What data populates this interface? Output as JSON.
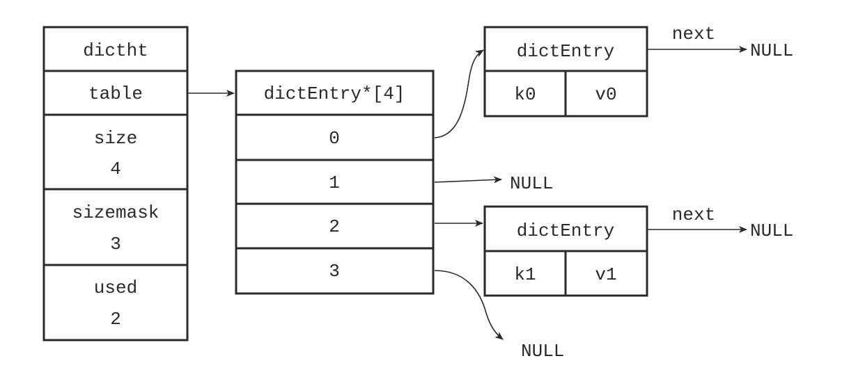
{
  "dictht": {
    "title": "dictht",
    "fields": [
      {
        "name": "table",
        "value": ""
      },
      {
        "name": "size",
        "value": "4"
      },
      {
        "name": "sizemask",
        "value": "3"
      },
      {
        "name": "used",
        "value": "2"
      }
    ]
  },
  "table_array": {
    "title": "dictEntry*[4]",
    "slots": [
      "0",
      "1",
      "2",
      "3"
    ]
  },
  "entries": [
    {
      "title": "dictEntry",
      "key": "k0",
      "value": "v0",
      "next_label": "next",
      "next_target": "NULL"
    },
    {
      "title": "dictEntry",
      "key": "k1",
      "value": "v1",
      "next_label": "next",
      "next_target": "NULL"
    }
  ],
  "slot_null_targets": {
    "slot1": "NULL",
    "slot3": "NULL"
  },
  "colors": {
    "stroke": "#2a2a2a",
    "background": "#ffffff"
  }
}
